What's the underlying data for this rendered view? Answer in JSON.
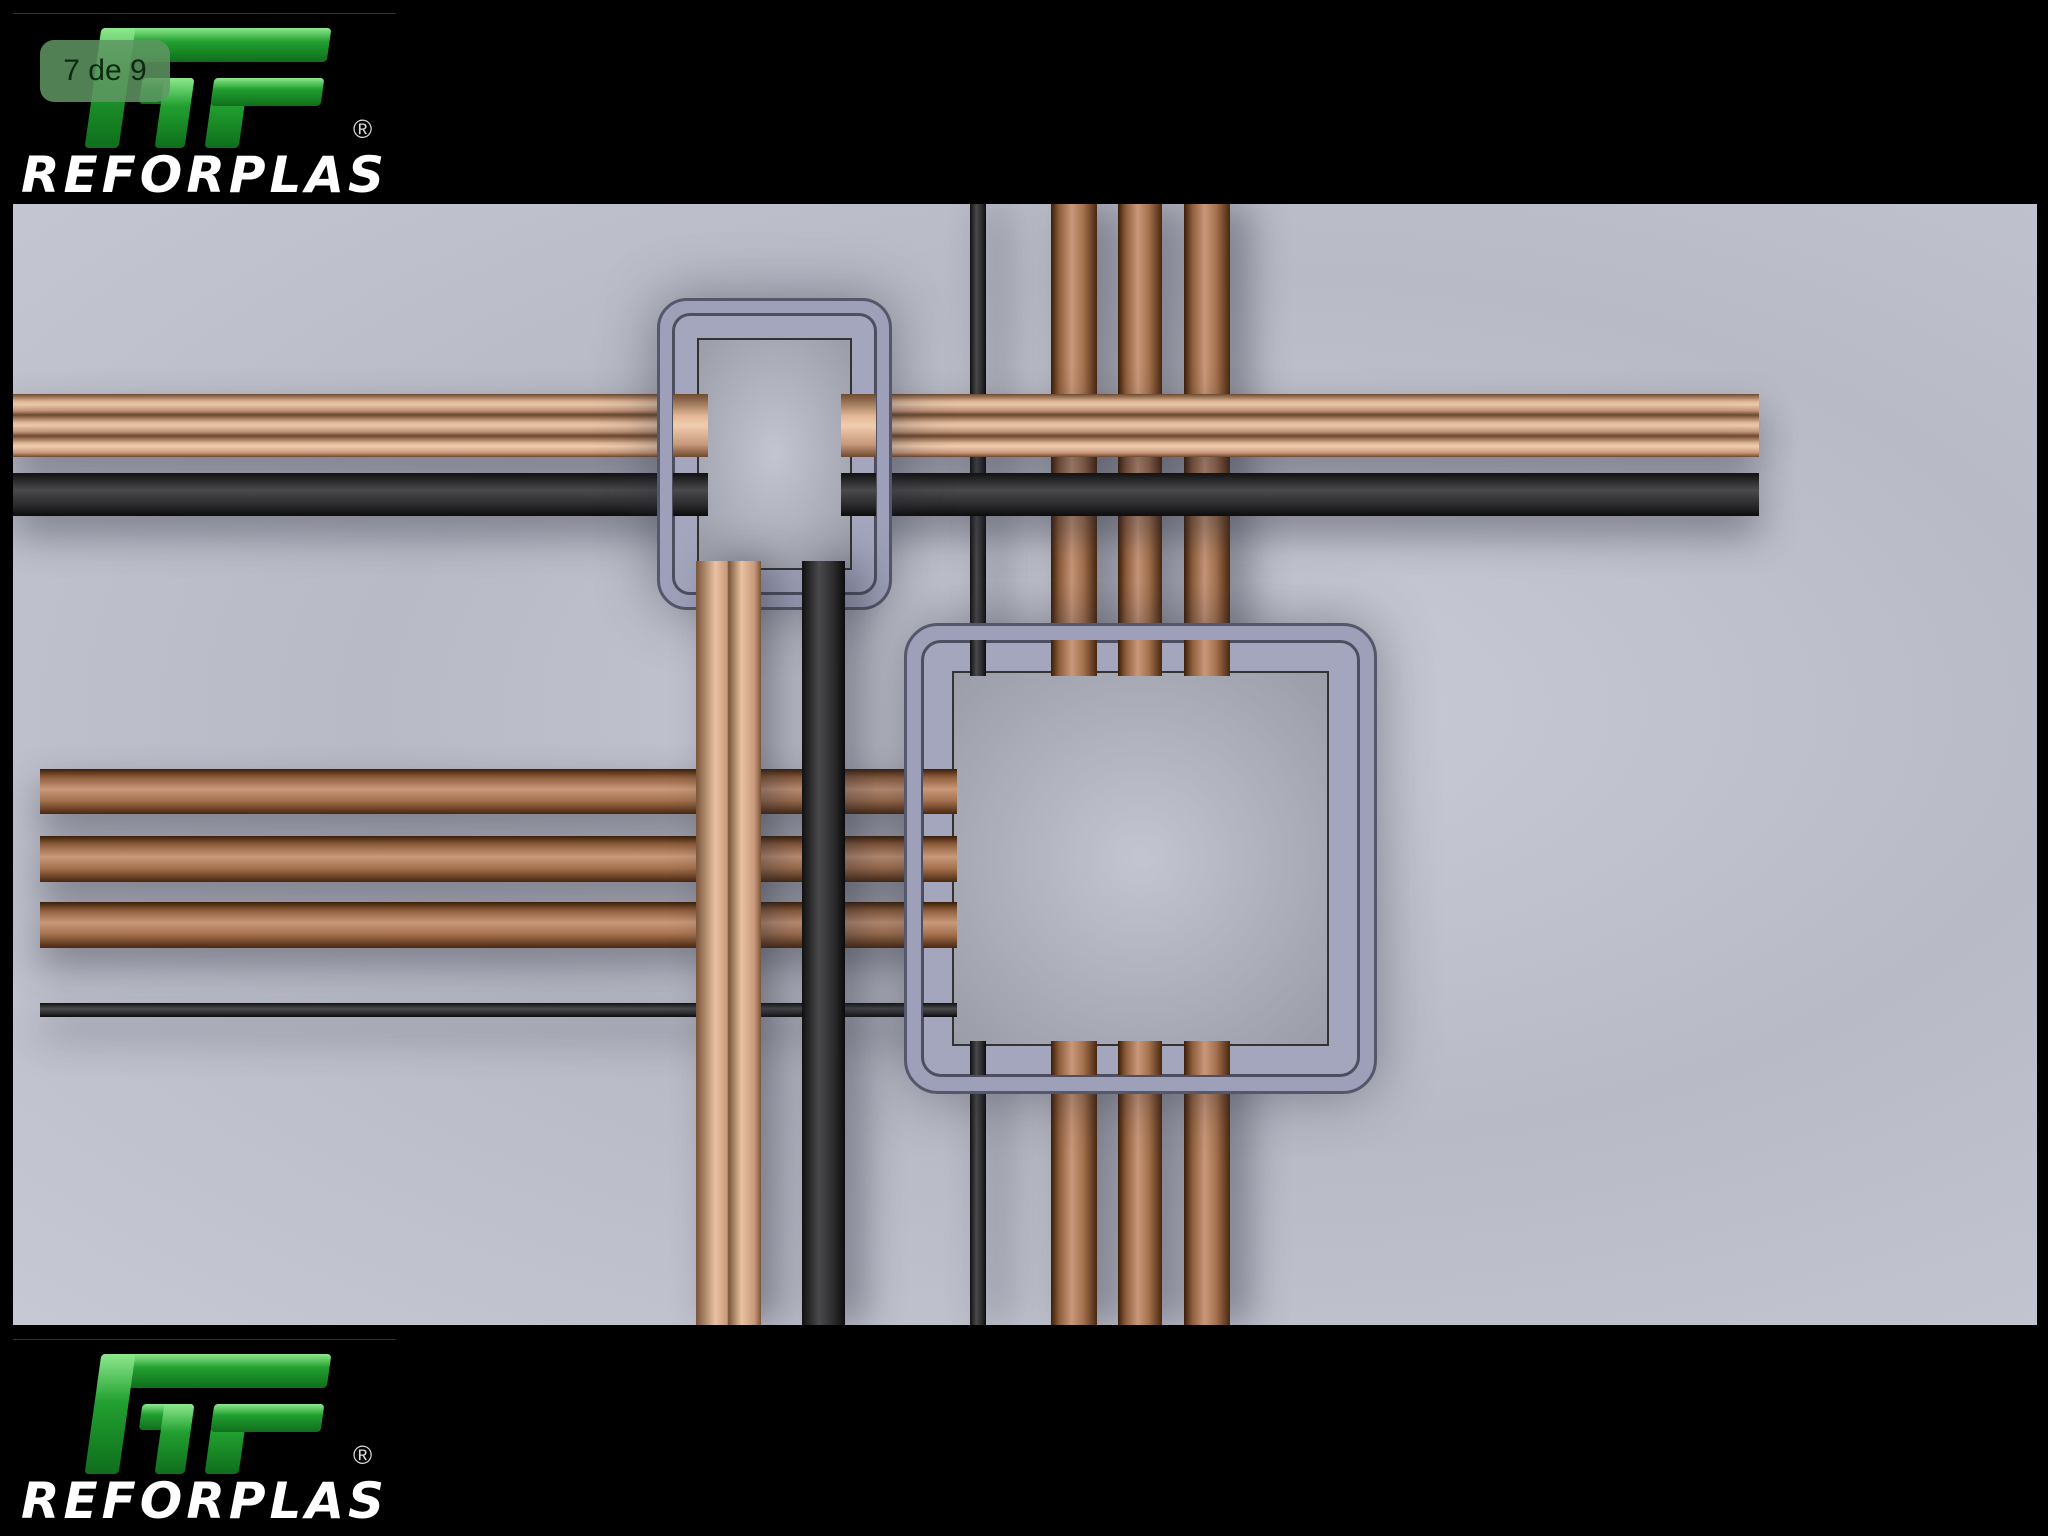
{
  "page_indicator": "7 de 9",
  "logo_top": {
    "monogram": "RF",
    "registered": "®",
    "wordmark": "REFORPLAS"
  },
  "logo_bottom": {
    "monogram": "RF",
    "registered": "®",
    "wordmark": "REFORPLAS"
  }
}
